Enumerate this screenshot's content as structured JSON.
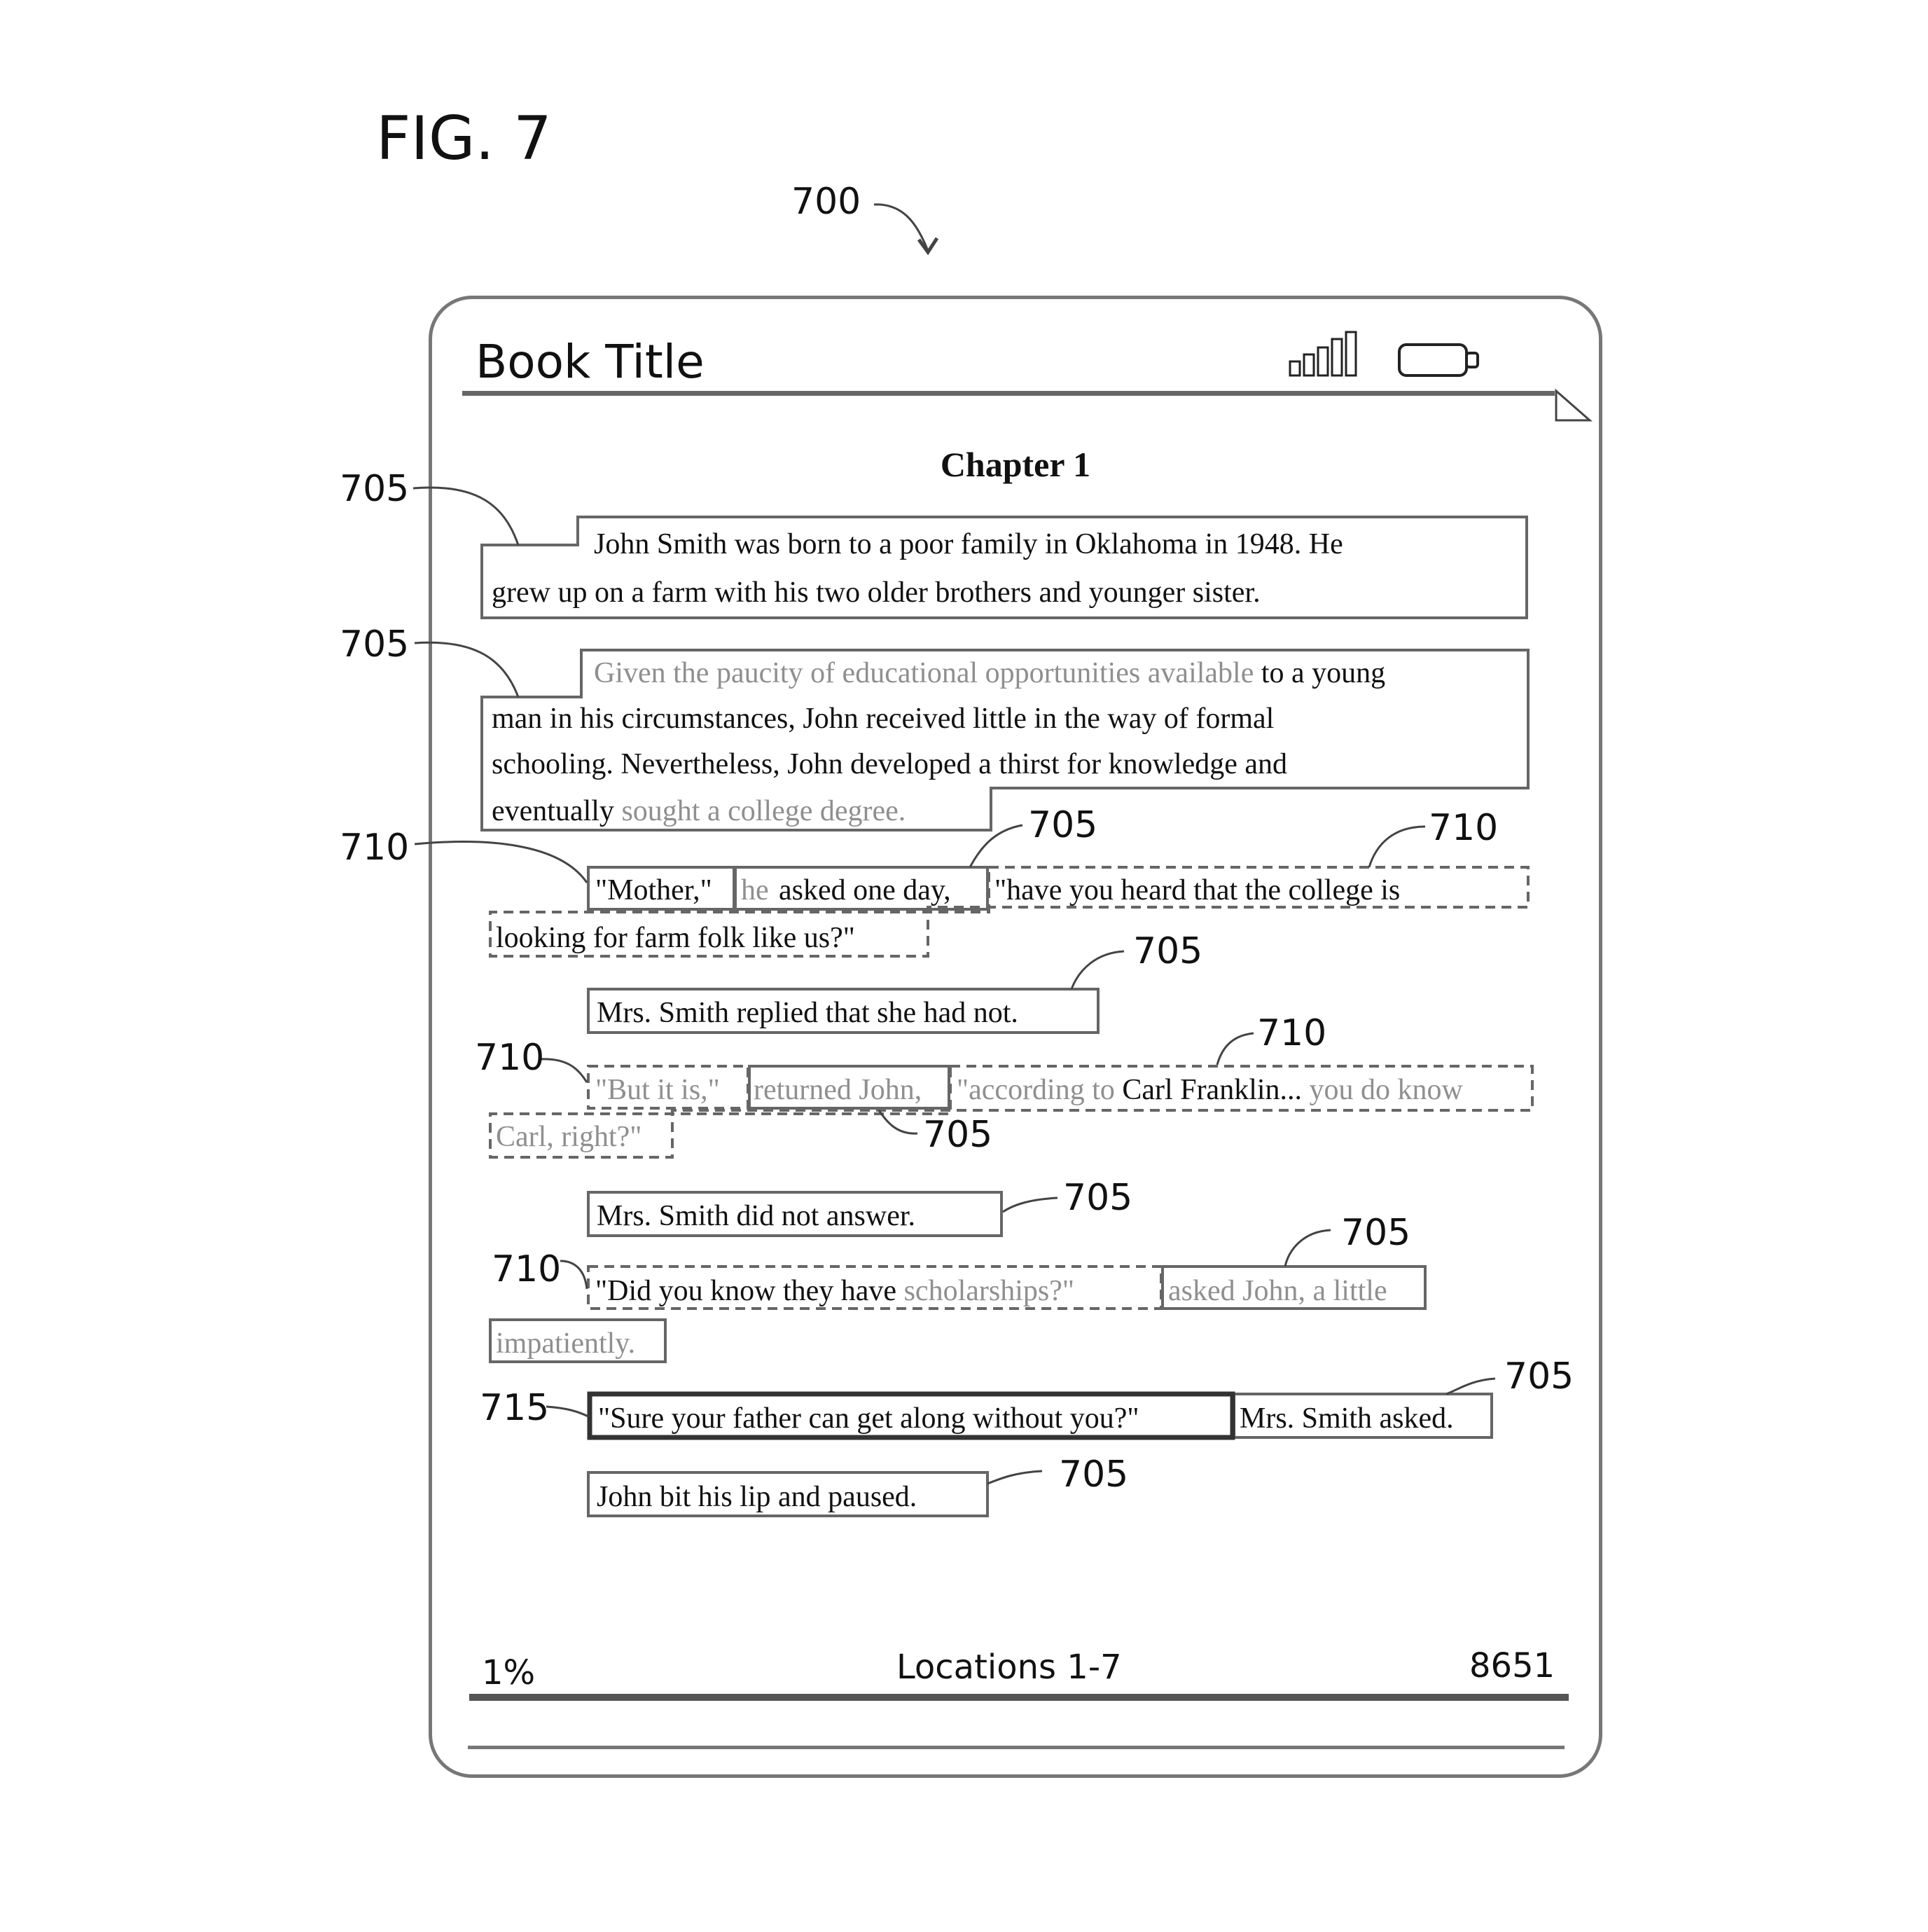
{
  "figure": {
    "label": "FIG. 7",
    "device_ref": "700"
  },
  "device": {
    "book_title": "Book Title",
    "icons": [
      "signal-strength-icon",
      "battery-icon"
    ],
    "chapter": "Chapter 1",
    "footer": {
      "percent": "1%",
      "locations": "Locations 1-7",
      "total": "8651"
    }
  },
  "text_lines": {
    "l1": "John Smith was born to a poor family in Oklahoma in 1948.  He",
    "l2": "grew up on a farm with his two older brothers and younger sister.",
    "l3a": "Given the paucity of educational opportunities available",
    "l3b": "to a young",
    "l4": "man in his circumstances, John received little in the way of formal",
    "l5": "schooling.  Nevertheless, John developed a thirst for knowledge and",
    "l6a": "eventually",
    "l6b": "sought a college degree.",
    "l7a": "\"Mother,\"",
    "l7b": "he",
    "l7c": "asked one day,",
    "l7d": "\"have you heard that the college is",
    "l8": "looking for farm folk like us?\"",
    "l9": "Mrs. Smith replied that she had not.",
    "l10a": "\"But it is,\"",
    "l10b": "returned John,",
    "l10c": "\"according to",
    "l10d": "Carl Franklin...",
    "l10e": "you do know",
    "l11": "Carl, right?\"",
    "l12": "Mrs. Smith did not answer.",
    "l13a": "\"Did you know they have",
    "l13b": "scholarships?\"",
    "l13c": "asked John, a little",
    "l14": "impatiently.",
    "l15a": "\"Sure your father can get along without you?\"",
    "l15b": "Mrs. Smith asked.",
    "l16": "John bit his lip and paused."
  },
  "reference_numerals": {
    "r705_a": "705",
    "r705_b": "705",
    "r710_a": "710",
    "r705_c": "705",
    "r710_b": "710",
    "r705_d": "705",
    "r710_c": "710",
    "r710_d": "710",
    "r705_e": "705",
    "r705_f": "705",
    "r710_e": "710",
    "r705_g": "705",
    "r715": "715",
    "r705_h": "705",
    "r705_i": "705"
  }
}
